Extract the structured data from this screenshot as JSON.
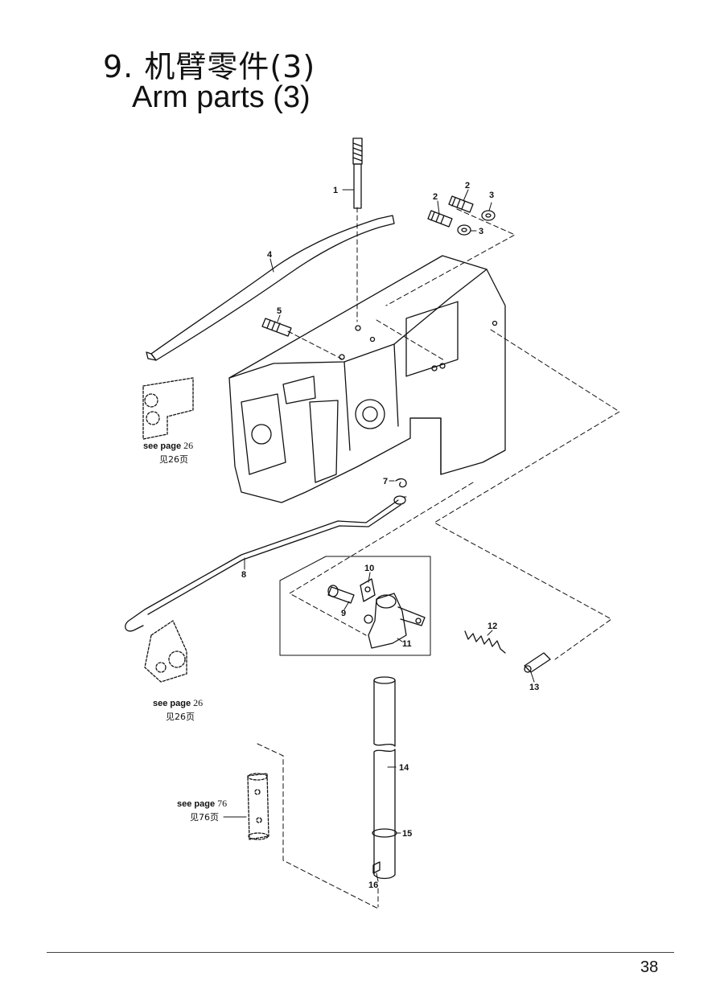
{
  "header": {
    "title_cn": "9. 机臂零件(3)",
    "title_en": "Arm parts (3)"
  },
  "callouts": {
    "c1": "1",
    "c2a": "2",
    "c2b": "2",
    "c3a": "3",
    "c3b": "3",
    "c4": "4",
    "c5": "5",
    "c7": "7",
    "c8": "8",
    "c9": "9",
    "c10": "10",
    "c11": "11",
    "c12": "12",
    "c13": "13",
    "c14": "14",
    "c15": "15",
    "c16": "16"
  },
  "references": [
    {
      "label": "see page",
      "page": "26",
      "cn": "见26页"
    },
    {
      "label": "see page",
      "page": "26",
      "cn": "见26页"
    },
    {
      "label": "see page",
      "page": "76",
      "cn": "见76页"
    }
  ],
  "footer": {
    "page_number": "38"
  }
}
